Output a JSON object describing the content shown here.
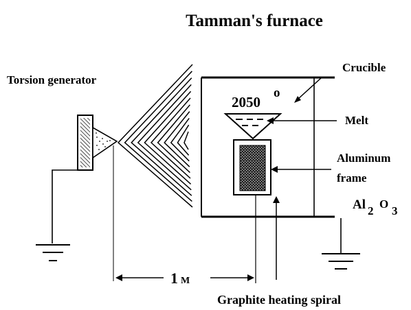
{
  "title": "Tamman's furnace",
  "labels": {
    "torsion_generator": "Torsion generator",
    "crucible": "Crucible",
    "temperature_value": "2050",
    "temperature_degree": "o",
    "melt": "Melt",
    "aluminum": "Aluminum",
    "frame": "frame",
    "al2o3_al": "Al",
    "al2o3_2": "2",
    "al2o3_o": "O",
    "al2o3_3": "3",
    "distance_value": "1",
    "distance_unit": "M",
    "graphite_heating_spiral": "Graphite heating spiral"
  },
  "colors": {
    "ink": "#000000",
    "background": "#ffffff"
  },
  "icons": {
    "ground_left": "ground-symbol",
    "ground_right": "ground-symbol",
    "torsion_waves": "nested-chevron-waves"
  }
}
